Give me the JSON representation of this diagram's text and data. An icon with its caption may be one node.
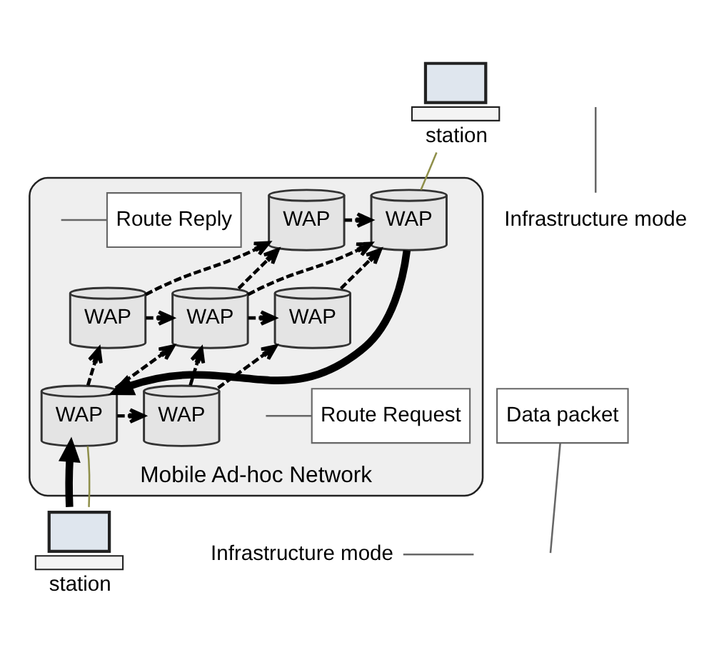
{
  "diagram": {
    "nodes": [
      {
        "text": [
          "station"
        ]
      },
      {
        "text": [
          "Mobile Ad-hoc Network"
        ]
      },
      {
        "text": [
          "WAP"
        ],
        "in": 1
      },
      {
        "text": [
          "WAP"
        ],
        "in": 1
      },
      {
        "text": [
          "Infrastructure mode"
        ]
      },
      {
        "text": [
          "WAP"
        ],
        "in": 1
      },
      {
        "text": [
          "Route Request"
        ],
        "in": 1
      },
      {
        "text": [
          "WAP"
        ],
        "in": 1
      },
      {
        "text": [
          "Route Reply"
        ],
        "in": 1
      },
      {
        "text": [
          "WAP"
        ],
        "in": 1
      },
      {
        "text": [
          "Data packet"
        ]
      },
      {
        "text": [
          "WAP"
        ],
        "in": 1
      },
      {
        "text": [
          "WAP"
        ],
        "in": 1
      },
      {
        "text": [
          "station"
        ]
      },
      {
        "text": [
          "Infrastructure mode"
        ]
      }
    ],
    "edges": [
      {
        "from": 2,
        "to": 3,
        "arrow": "to",
        "style": "dashed"
      },
      {
        "from": 5,
        "to": 2,
        "arrow": "to",
        "style": "dashed"
      },
      {
        "from": 7,
        "to": 2,
        "arrow": "to",
        "style": "dashed"
      },
      {
        "from": 7,
        "to": 3,
        "arrow": "to",
        "style": "dashed"
      },
      {
        "from": 9,
        "to": 3,
        "arrow": "to",
        "style": "dashed"
      },
      {
        "from": 5,
        "to": 7,
        "arrow": "to",
        "style": "dashed"
      },
      {
        "from": 7,
        "to": 9,
        "arrow": "to",
        "style": "dashed"
      },
      {
        "from": 11,
        "to": 5,
        "arrow": "to",
        "style": "dashed"
      },
      {
        "from": 11,
        "to": 7,
        "arrow": "to",
        "style": "dashed"
      },
      {
        "from": 12,
        "to": 7,
        "arrow": "to",
        "style": "dashed"
      },
      {
        "from": 12,
        "to": 9,
        "arrow": "to",
        "style": "dashed"
      },
      {
        "from": 11,
        "to": 12,
        "arrow": "to",
        "style": "dashed"
      },
      {
        "from": 3,
        "to": 11,
        "arrow": "to",
        "style": "thick"
      },
      {
        "from": 13,
        "to": 11,
        "arrow": "to",
        "style": "thick"
      },
      {
        "from": 0,
        "to": 3,
        "arrow": "none",
        "color": "#8f8f4a"
      },
      {
        "from": 13,
        "to": 11,
        "arrow": "none",
        "color": "#8f8f4a"
      },
      {
        "from": 4,
        "to": null,
        "arrow": "none",
        "color": "#666666"
      },
      {
        "from": 6,
        "to": null,
        "arrow": "none",
        "color": "#666666"
      },
      {
        "from": 8,
        "to": null,
        "arrow": "none",
        "color": "#666666"
      },
      {
        "from": 10,
        "to": null,
        "arrow": "none",
        "color": "#666666"
      },
      {
        "from": 14,
        "to": null,
        "arrow": "none",
        "color": "#666666"
      }
    ]
  }
}
